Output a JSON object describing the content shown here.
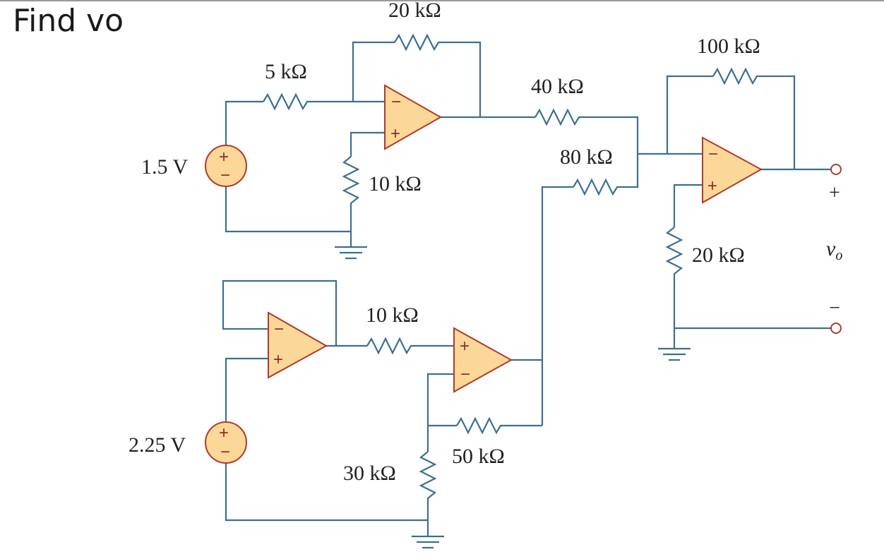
{
  "title": "Find vo",
  "resistors": {
    "r_20k_top": "20 kΩ",
    "r_5k": "5 kΩ",
    "r_10k_gnd": "10 kΩ",
    "r_40k": "40 kΩ",
    "r_80k": "80 kΩ",
    "r_100k": "100 kΩ",
    "r_20k_right": "20 kΩ",
    "r_10k_mid": "10 kΩ",
    "r_50k": "50 kΩ",
    "r_30k": "30 kΩ"
  },
  "sources": {
    "v1": "1.5 V",
    "v2": "2.25 V"
  },
  "output": {
    "plus": "+",
    "minus": "−",
    "label_main": "v",
    "label_sub": "o"
  },
  "opamp_signs": {
    "minus": "−",
    "plus": "+"
  },
  "colors": {
    "wire": "#3e6f8f",
    "component_fill": "#fcd898",
    "component_outline": "#b03a2e"
  }
}
